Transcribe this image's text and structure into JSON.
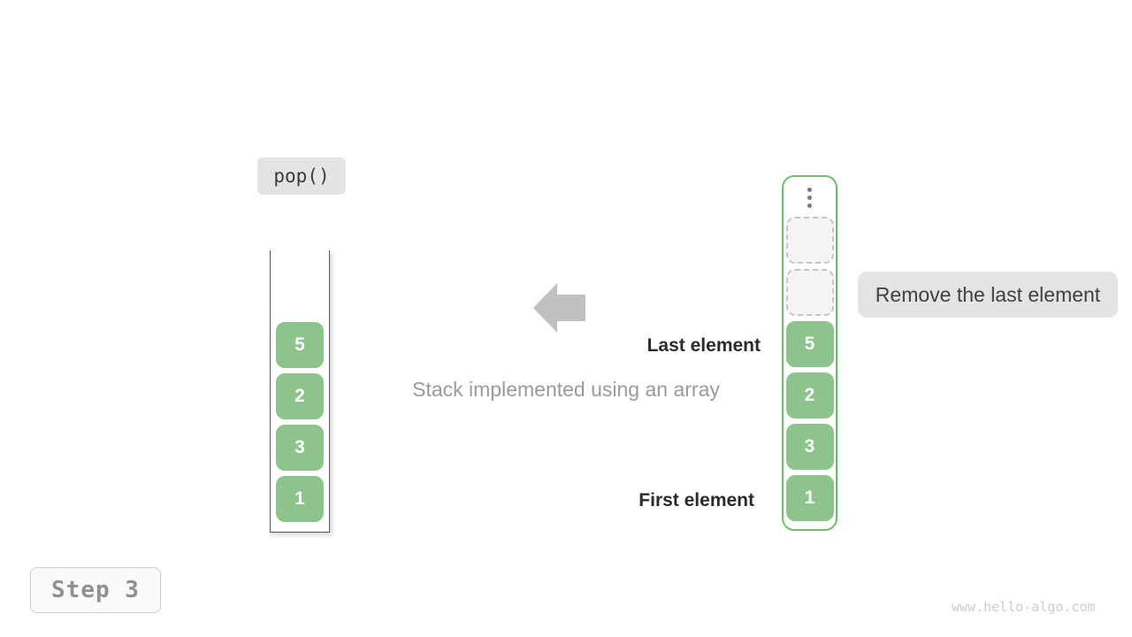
{
  "colors": {
    "green": "#8cc48c",
    "green-border": "#6ebe6e",
    "arrow-gray": "#c0c0c0",
    "label-bg": "#e4e4e4",
    "text-dark": "#2b2b2b",
    "text-gray": "#9a9a9a",
    "step-text": "#8f8f8f",
    "watermark": "#cccccc",
    "slot-bg": "#f4f4f4",
    "slot-border": "#c6c6c6"
  },
  "operation": {
    "label": "pop()"
  },
  "markers": {
    "last": "Last element",
    "first": "First element"
  },
  "caption": "Stack implemented using an array",
  "annotation": {
    "label": "Remove the last element"
  },
  "stacks": {
    "left": {
      "values": [
        "5",
        "2",
        "3",
        "1"
      ]
    },
    "right": {
      "values": [
        "5",
        "2",
        "3",
        "1"
      ],
      "empty_slot_count": 2
    }
  },
  "icons": {
    "arrow_left": "⬅",
    "ellipsis": "⋮"
  },
  "step": {
    "label": "Step 3"
  },
  "watermark": "www.hello-algo.com"
}
